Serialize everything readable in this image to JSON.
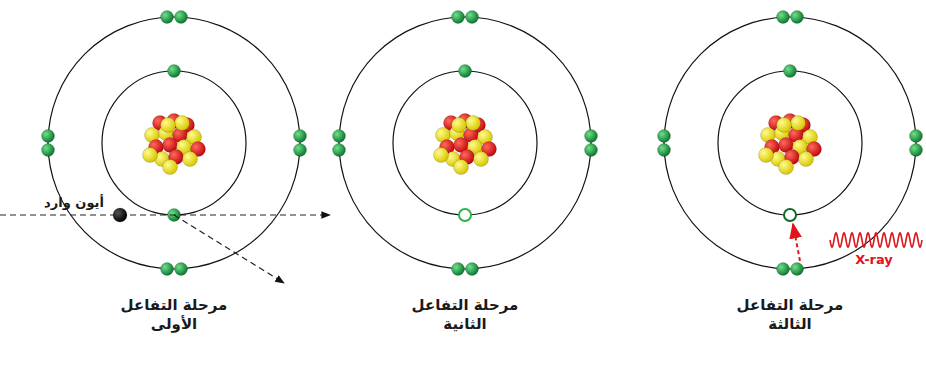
{
  "diagram": {
    "labels": [
      "أيون وارد",
      "مرحلة التفاعل الأولى",
      "مرحلة التفاعل الثانية",
      "X-ray",
      "مرحلة التفاعل الثالثة"
    ]
  }
}
